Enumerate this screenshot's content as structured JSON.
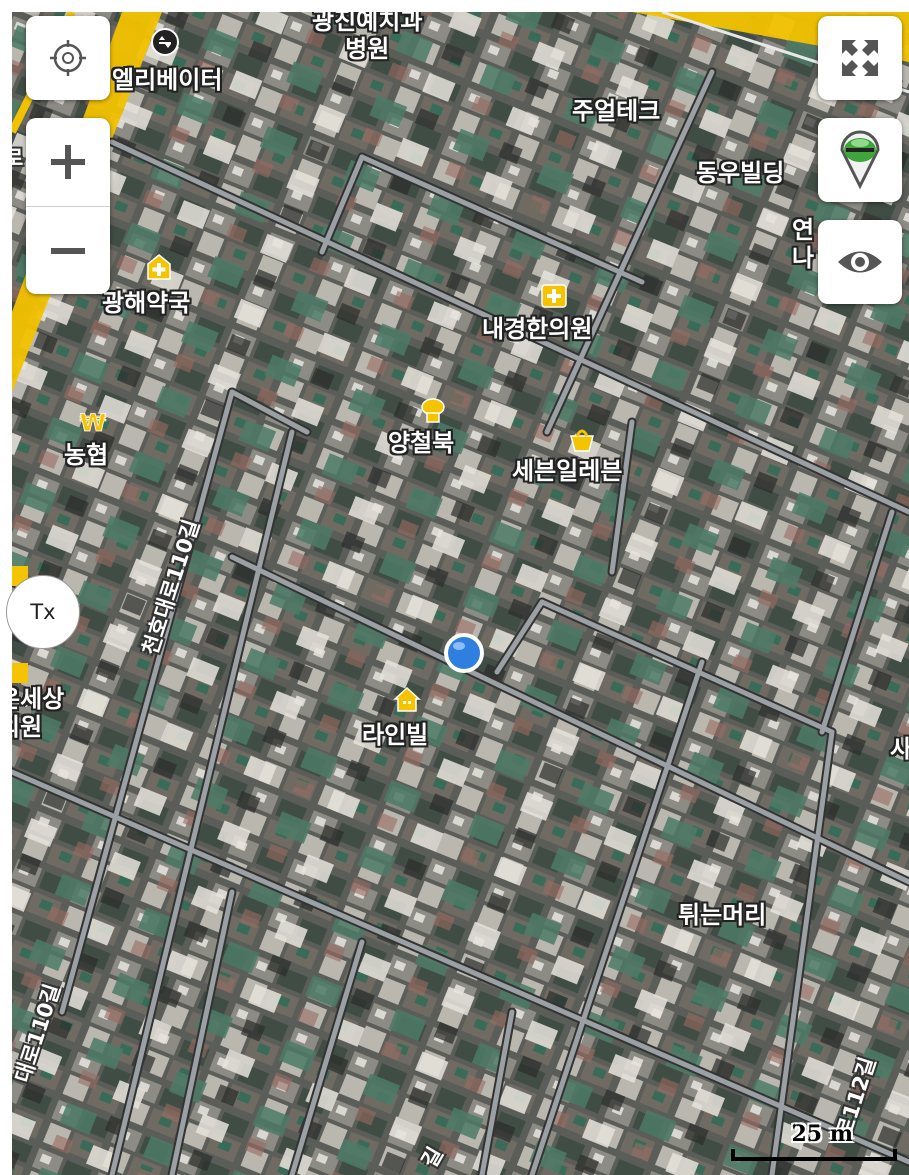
{
  "map": {
    "labels": {
      "gwangjin_dental_line1": "광진예치과",
      "gwangjin_dental_line2": "병원",
      "elevator": "엘리베이터",
      "jueol_tech": "주얼테크",
      "dongwoo_building": "동우빌딩",
      "yeon_partial_line1": "연",
      "yeon_partial_line2": "나",
      "gwanghae_pharmacy": "광해약국",
      "naegyeong_clinic": "내경한의원",
      "yangcheolbuk": "양철북",
      "seven_eleven": "세븐일레븐",
      "nonghyup": "농협",
      "sesang_partial_line1": "온세상",
      "sesang_partial_line2": "의원",
      "line_bill": "라인빌",
      "sa_partial": "사",
      "twineun_meori": "튀는머리",
      "road_left_edge": "로",
      "road_cheonho_110": "천호대로110길",
      "road_daero_110": "대로110길",
      "road_ro_112": "로112길",
      "road_gil": "길"
    },
    "icons": {
      "pharmacy": "pharmacy-icon",
      "clinic": "clinic-icon",
      "restaurant": "restaurant-icon",
      "store": "store-icon",
      "bank": "bank-icon",
      "home": "home-icon",
      "elevator": "elevator-icon",
      "location": "current-location-marker"
    },
    "colors": {
      "poi_yellow": "#f5c400",
      "road": "#9aa0a3",
      "road_outline": "#333333",
      "main_road": "#f2c200",
      "location_blue": "#2f7fe0"
    }
  },
  "controls": {
    "locate": "locate-icon",
    "zoom_in": "+",
    "zoom_out": "−",
    "fullscreen": "fullscreen-icon",
    "layer": "layer-pin-icon",
    "eye": "eye-icon",
    "tx_label": "Tx"
  },
  "scale": {
    "label": "25 m"
  }
}
